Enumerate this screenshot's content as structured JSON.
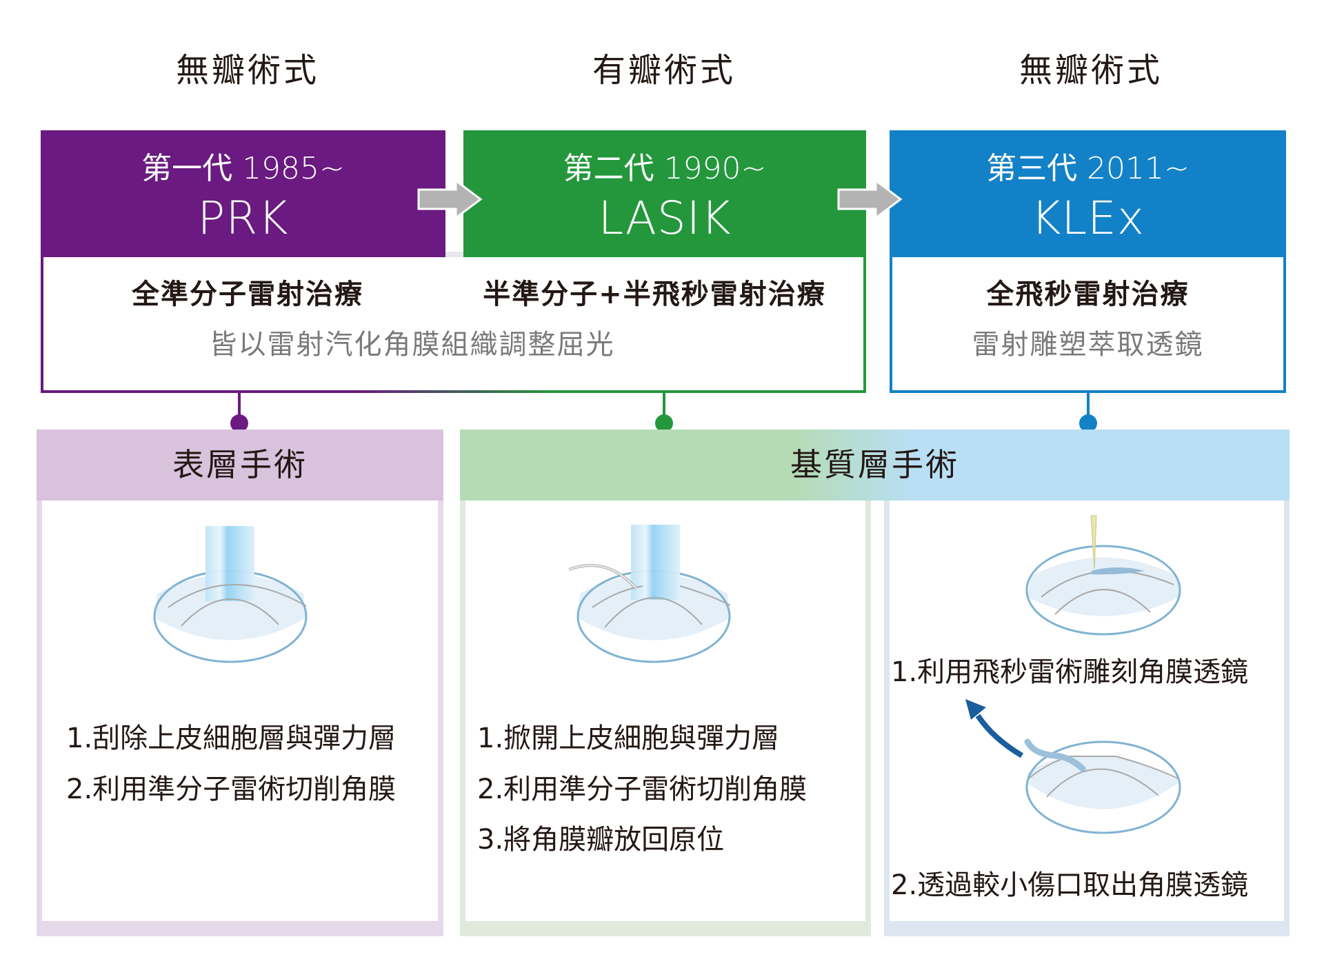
{
  "categories": [
    {
      "label": "無瓣術式"
    },
    {
      "label": "有瓣術式"
    },
    {
      "label": "無瓣術式"
    }
  ],
  "generations": [
    {
      "subtitle": "第一代 1985~",
      "name": "PRK",
      "color": "#6a1a80"
    },
    {
      "subtitle": "第二代 1990~",
      "name": "LASIK",
      "color": "#24973c"
    },
    {
      "subtitle": "第三代 2011~",
      "name": "KLEx",
      "color": "#1381c7"
    }
  ],
  "techniques": {
    "excimer_full": "全準分子雷射治療",
    "excimer_femto_half": "半準分子+半飛秒雷射治療",
    "shared_description": "皆以雷射汽化角膜組織調整屈光",
    "femto_full": "全飛秒雷射治療",
    "femto_description": "雷射雕塑萃取透鏡"
  },
  "surgery_layers": {
    "surface": {
      "label": "表層手術",
      "color": "#d8c2dc"
    },
    "stromal": {
      "label": "基質層手術",
      "color_start": "#b5dbb5",
      "color_end": "#b8dff5"
    }
  },
  "procedures": {
    "prk": {
      "steps": [
        "1.刮除上皮細胞層與彈力層",
        "2.利用準分子雷術切削角膜"
      ]
    },
    "lasik": {
      "steps": [
        "1.掀開上皮細胞與彈力層",
        "2.利用準分子雷術切削角膜",
        "3.將角膜瓣放回原位"
      ]
    },
    "klex": {
      "steps": [
        "1.利用飛秒雷術雕刻角膜透鏡",
        "2.透過較小傷口取出角膜透鏡"
      ]
    }
  },
  "icons": {
    "flow_arrow": "gray-right-arrow",
    "eye_diagram": "cornea-cross-section",
    "laser_beam": "laser-beam",
    "femto_laser": "femtosecond-laser-needle",
    "extraction_arrow": "curved-up-left-arrow"
  }
}
